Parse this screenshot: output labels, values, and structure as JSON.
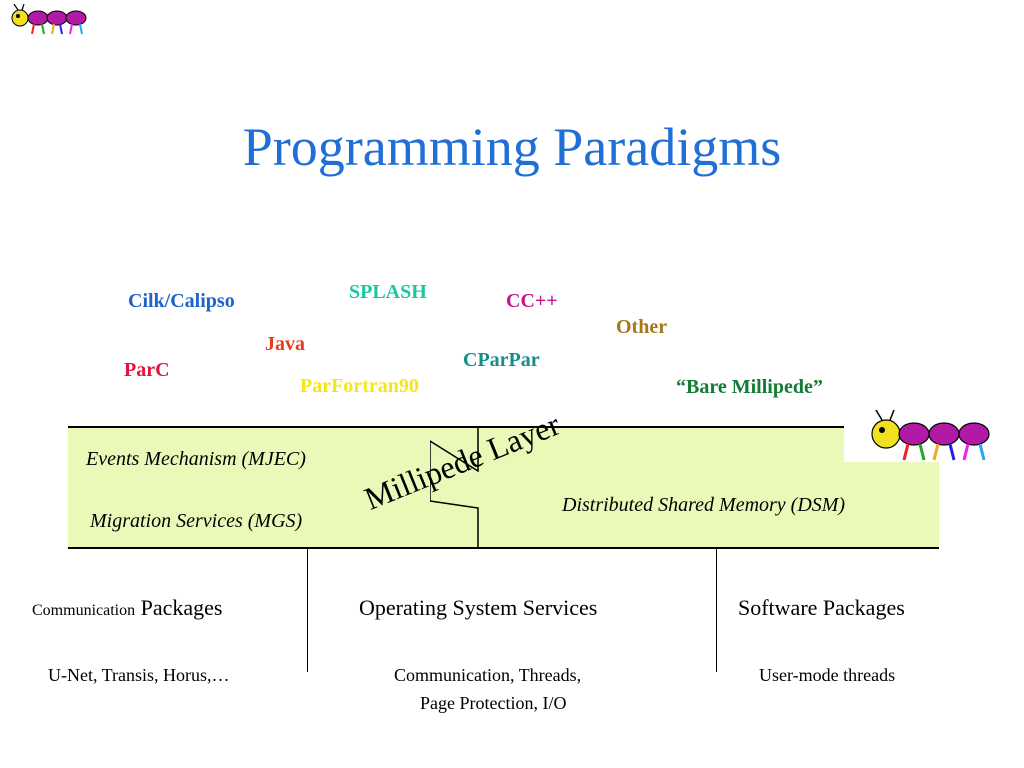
{
  "title": "Programming Paradigms",
  "languages": [
    {
      "label": "Cilk/Calipso",
      "color": "#1c64c8"
    },
    {
      "label": "SPLASH",
      "color": "#19c7a3"
    },
    {
      "label": "CC++",
      "color": "#c4168f"
    },
    {
      "label": "Other",
      "color": "#a5781c"
    },
    {
      "label": "Java",
      "color": "#ea3b1c"
    },
    {
      "label": "CParPar",
      "color": "#138f8a"
    },
    {
      "label": "ParC",
      "color": "#e2143e"
    },
    {
      "label": "ParFortran90",
      "color": "#f5e619"
    },
    {
      "label": "“Bare Millipede”",
      "color": "#147a35"
    }
  ],
  "layer": {
    "events": "Events Mechanism (MJEC)",
    "migration": "Migration Services (MGS)",
    "millipede_label": "Millipede Layer",
    "dsm": "Distributed Shared Memory (DSM)",
    "band_color": "#eaf9b8"
  },
  "columns": [
    {
      "head_small": "Communication",
      "head": "Packages",
      "sub": [
        "U-Net, Transis, Horus,…"
      ]
    },
    {
      "head": "Operating System Services",
      "sub": [
        "Communication, Threads,",
        "Page Protection, I/O"
      ]
    },
    {
      "head": "Software Packages",
      "sub": [
        "User-mode threads"
      ]
    }
  ],
  "icons": [
    "ant-icon",
    "ant-icon"
  ]
}
